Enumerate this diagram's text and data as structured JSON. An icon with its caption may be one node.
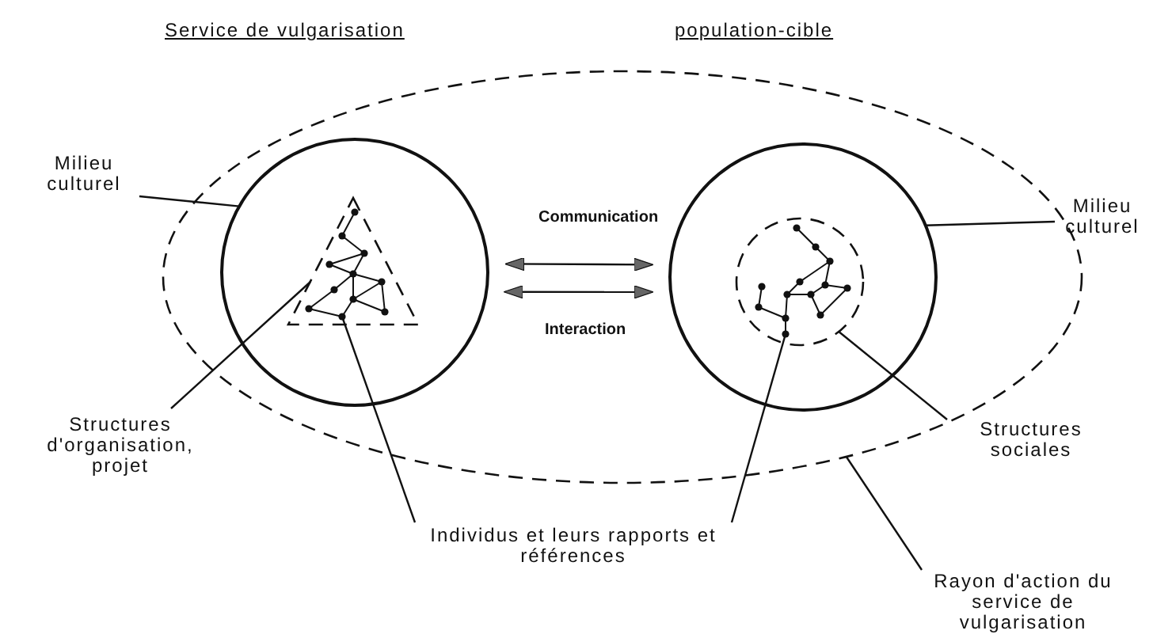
{
  "diagram": {
    "nodes": [
      {
        "text": [],
        "shape": "ellipse"
      },
      {
        "text": [],
        "shape": "circle",
        "in": 0
      },
      {
        "text": [],
        "shape": "triangle",
        "in": 1
      },
      {
        "text": [],
        "shape": "circle",
        "in": 0
      },
      {
        "text": [],
        "shape": "circle",
        "in": 3
      },
      {
        "text": [
          "Milieu culturel"
        ]
      },
      {
        "text": [
          "Milieu culturel"
        ]
      },
      {
        "text": [
          "Structures d'organisation, projet"
        ]
      },
      {
        "text": [
          "Structures sociales"
        ]
      },
      {
        "text": [
          "Individus et leurs rapports et références"
        ]
      },
      {
        "text": [
          "Rayon d'action du service de vulgarisation"
        ]
      },
      {
        "text": [],
        "shape": "network",
        "in": 2
      },
      {
        "text": [],
        "shape": "network",
        "in": 4
      }
    ],
    "edges": [
      {
        "from": 5,
        "to": 1,
        "arrow": "none"
      },
      {
        "from": 6,
        "to": 3,
        "arrow": "none"
      },
      {
        "from": 7,
        "to": 2,
        "arrow": "none"
      },
      {
        "from": 8,
        "to": 4,
        "arrow": "none"
      },
      {
        "from": 9,
        "to": 11,
        "arrow": "none"
      },
      {
        "from": 9,
        "to": 12,
        "arrow": "none"
      },
      {
        "from": 10,
        "to": 0,
        "arrow": "none"
      },
      {
        "from": 1,
        "to": 3,
        "arrow": "both",
        "label": "Communication"
      },
      {
        "from": 1,
        "to": 3,
        "arrow": "both",
        "label": "Interaction"
      }
    ],
    "labels": [
      "Service de vulgarisation",
      "population-cible"
    ]
  }
}
